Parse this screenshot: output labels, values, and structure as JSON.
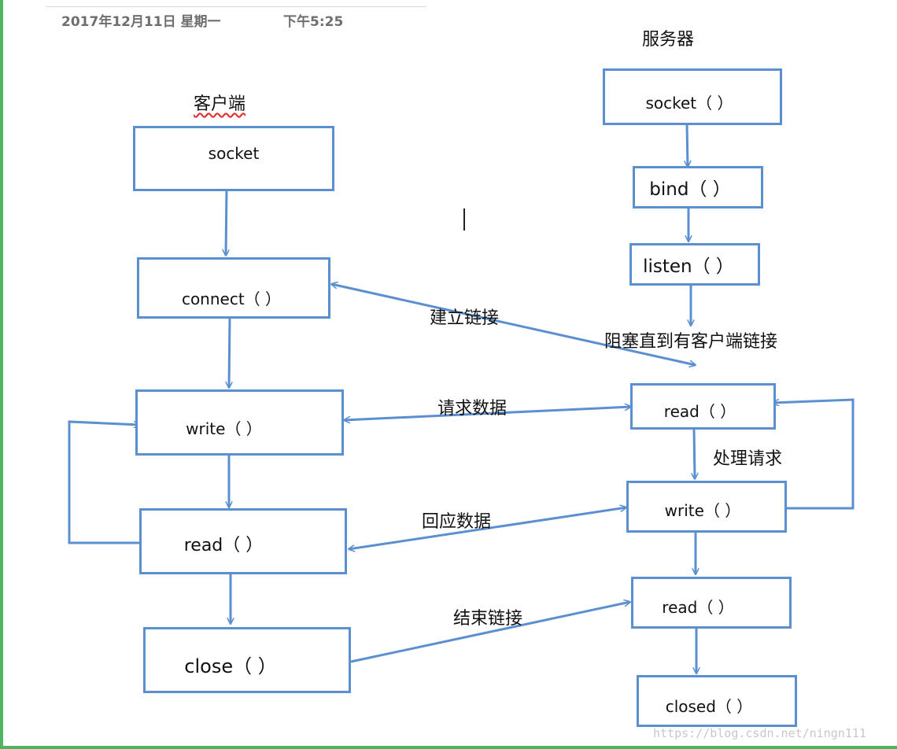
{
  "header": {
    "date": "2017年12月11日 星期一",
    "time": "下午5:25"
  },
  "columns": {
    "client_title": "客户端",
    "server_title": "服务器"
  },
  "client_nodes": {
    "socket": "socket",
    "connect": "connect（ ）",
    "write": "write（ ）",
    "read": "read（ ）",
    "close": "close（ ）"
  },
  "server_nodes": {
    "socket": "socket（ ）",
    "bind": "bind（ ）",
    "listen": "listen（ ）",
    "read": "read（ ）",
    "write": "write（ ）",
    "read2": "read（ ）",
    "closed": "closed（ ）"
  },
  "edge_labels": {
    "establish": "建立链接",
    "block": "阻塞直到有客户端链接",
    "request": "请求数据",
    "process": "处理请求",
    "respond": "回应数据",
    "end": "结束链接"
  },
  "watermark": "https://blog.csdn.net/ningn111",
  "colors": {
    "line": "#5b8fd0",
    "frame": "#4fb35f"
  }
}
